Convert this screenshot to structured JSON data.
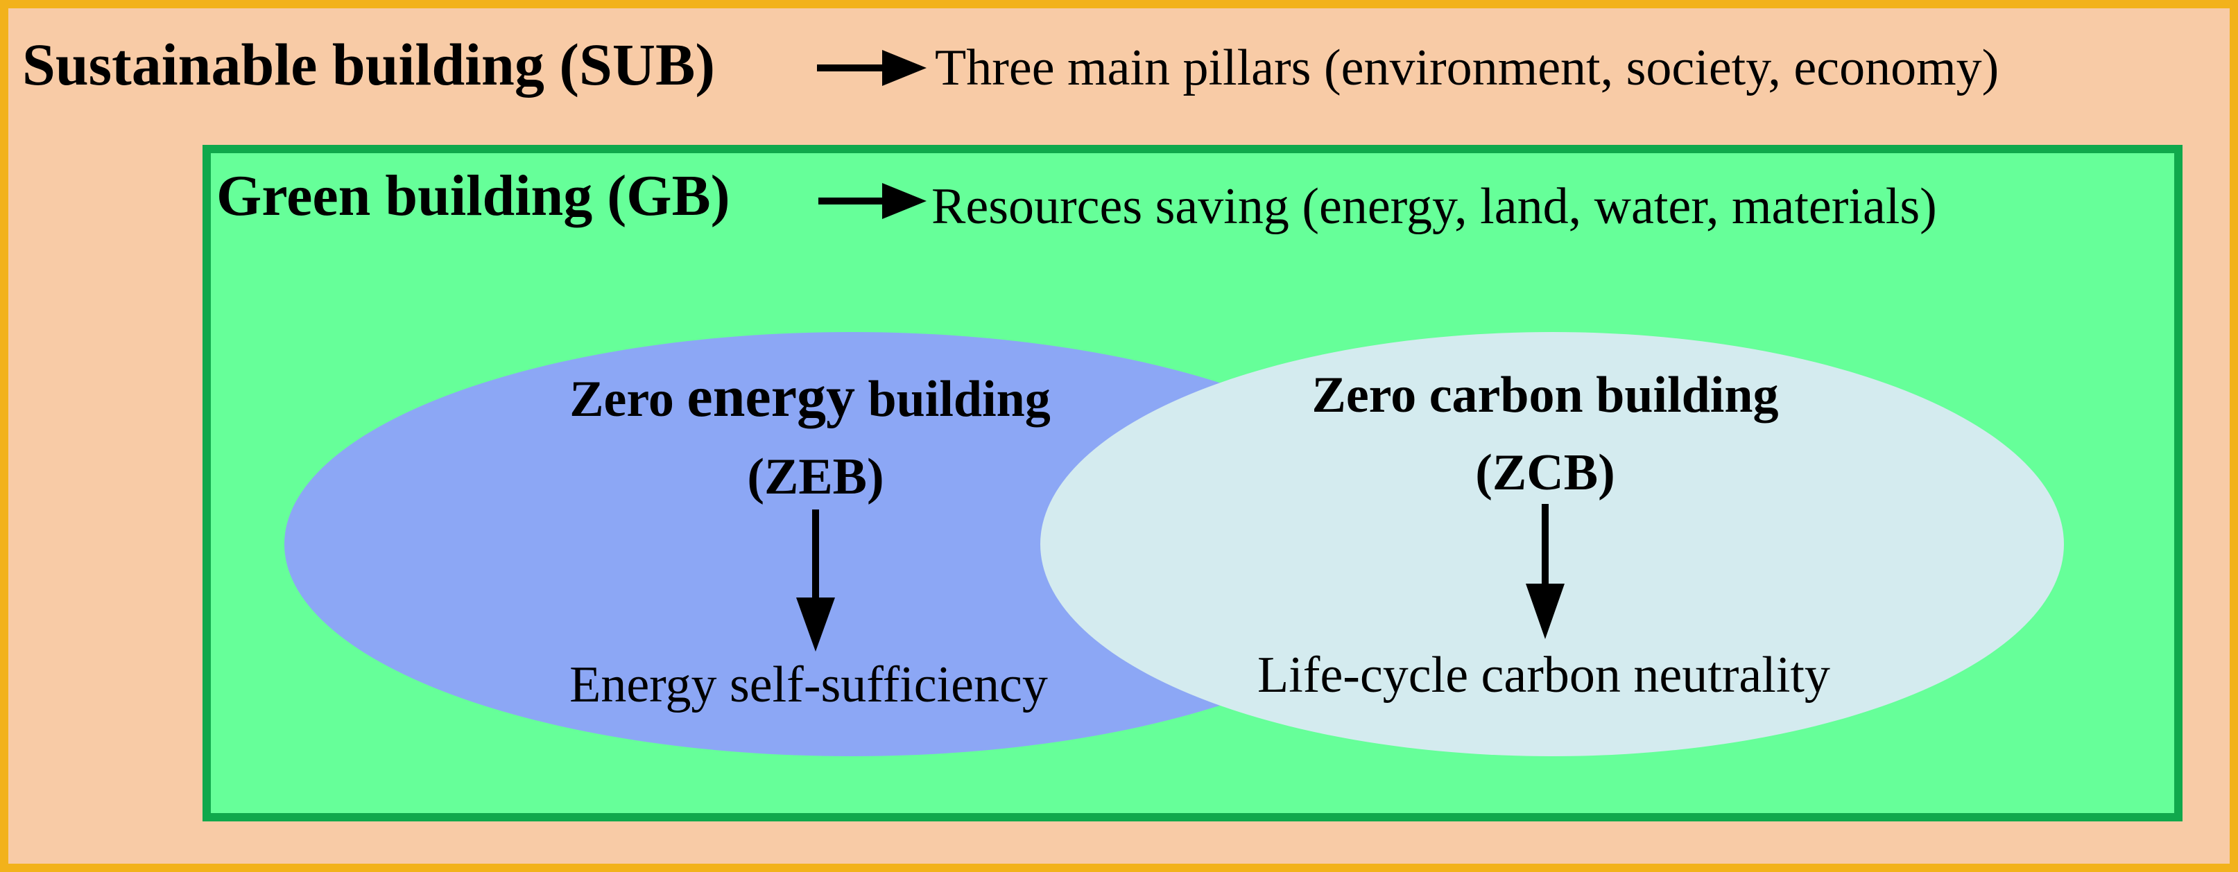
{
  "colors": {
    "outer_fill": "#F8CBA6",
    "outer_border": "#F2B21B",
    "green_fill": "#66FF99",
    "green_border": "#10A84C",
    "zeb_fill": "#8CA7F5",
    "zcb_fill": "#D4EBEF",
    "text": "#000000"
  },
  "sub": {
    "title": "Sustainable building (SUB)",
    "description": "Three main pillars (environment, society, economy)"
  },
  "gb": {
    "title": "Green building (GB)",
    "description": "Resources saving (energy, land, water, materials)"
  },
  "zeb": {
    "title_part1": "Zero ",
    "title_part2": "energy",
    "title_part3": " building",
    "abbr": "(ZEB)",
    "outcome": "Energy self-sufficiency"
  },
  "zcb": {
    "title": "Zero carbon building",
    "abbr": "(ZCB)",
    "outcome": "Life-cycle carbon neutrality"
  },
  "icons": {
    "sub_arrow": "right-arrow-icon",
    "gb_arrow": "right-arrow-icon",
    "zeb_arrow": "down-arrow-icon",
    "zcb_arrow": "down-arrow-icon"
  }
}
